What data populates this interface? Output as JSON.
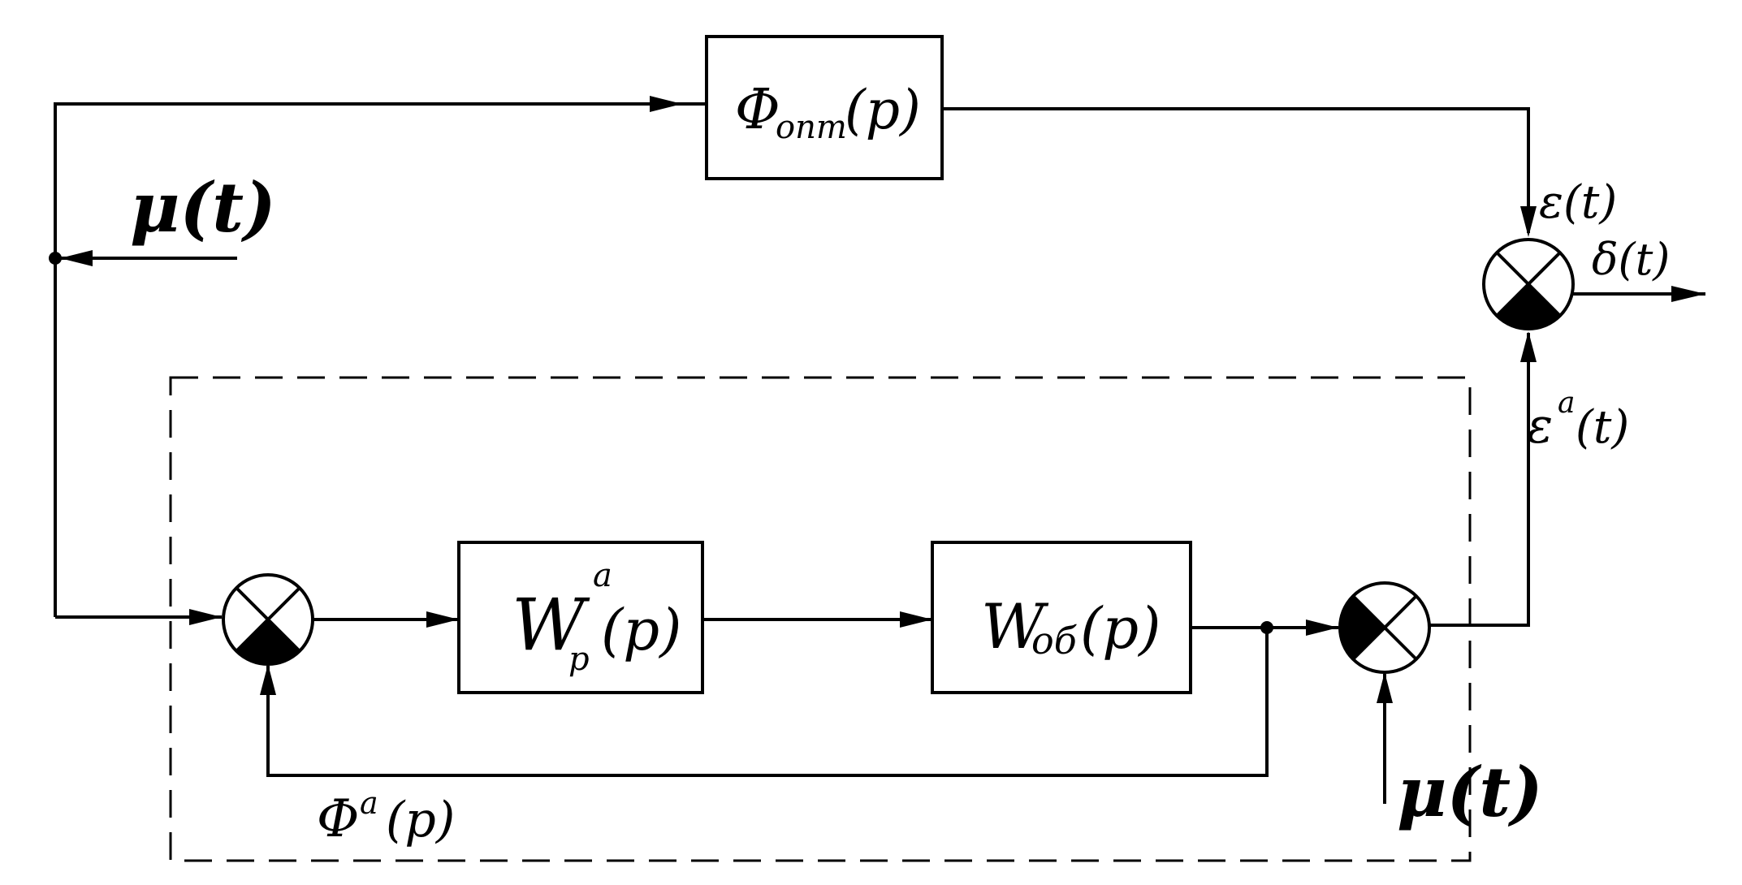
{
  "blocks": {
    "phi_opt": {
      "main": "Φ",
      "sub": "опт",
      "arg": "(p)"
    },
    "wr": {
      "main": "W",
      "sub": "p",
      "sup": "a",
      "arg": "(p)"
    },
    "wob": {
      "main": "W",
      "sub": "об",
      "arg": "(p)"
    }
  },
  "signals": {
    "mu_left": "μ(t)",
    "mu_bottom": "μ(t)",
    "epsilon": "ε(t)",
    "delta": "δ(t)",
    "epsilon_a_main": "ε",
    "epsilon_a_sup": "a",
    "epsilon_a_arg": "(t)",
    "phi_a_main": "Φ",
    "phi_a_sup": "a",
    "phi_a_arg": "(p)"
  }
}
